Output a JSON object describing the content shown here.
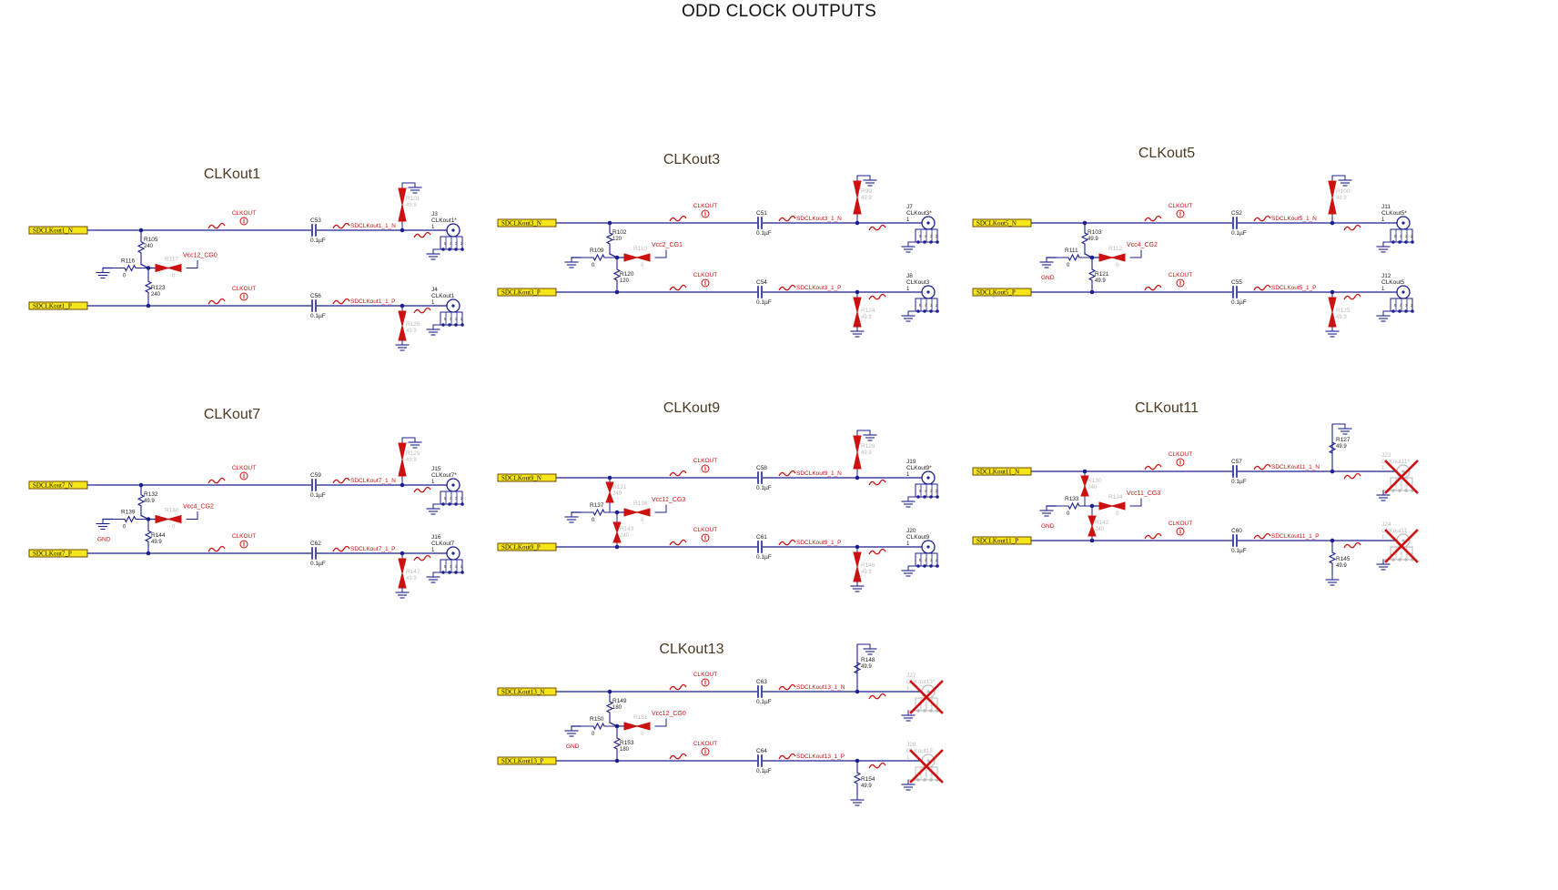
{
  "page": {
    "title": "ODD CLOCK OUTPUTS"
  },
  "colors": {
    "wire": "#1c1f8f",
    "red": "#cc1111",
    "port_fill": "#f7e51b",
    "port_stroke": "#6b4b00",
    "dim": "#bbbbbb",
    "label": "#222222",
    "title": "#4a3a22"
  },
  "common": {
    "probe_label": "CLKOUT",
    "cap_value": "0.1µF",
    "pin1": "1",
    "gnd_label": "GND",
    "conn_pins": [
      "5",
      "4",
      "3",
      "2"
    ]
  },
  "blocks": [
    {
      "title": "CLKout1",
      "n_port": "SDCLKout1_N",
      "p_port": "SDCLKout1_P",
      "n_net": "SDCLKout1_1_N",
      "p_net": "SDCLKout1_1_P",
      "cap_n": "C53",
      "cap_p": "C56",
      "r_top": {
        "ref": "R105",
        "val": "240"
      },
      "r_bot": {
        "ref": "R123",
        "val": "240"
      },
      "r_left": {
        "ref": "R116",
        "val": "0"
      },
      "r_right": {
        "ref": "R117",
        "val": "0"
      },
      "vcc": "Vcc12_CG0",
      "gnd_text": "",
      "mid_dnp": false,
      "r_term_n": {
        "ref": "R101",
        "val": "49.9"
      },
      "r_term_p": {
        "ref": "R126",
        "val": "49.9"
      },
      "term_dnp": true,
      "conn_n": {
        "ref": "J3",
        "name": "CLKout1*"
      },
      "conn_p": {
        "ref": "J4",
        "name": "CLKout1"
      },
      "conn_dnp": false
    },
    {
      "title": "CLKout3",
      "n_port": "SDCLKout3_N",
      "p_port": "SDCLKout3_P",
      "n_net": "SDCLKout3_1_N",
      "p_net": "SDCLKout3_1_P",
      "cap_n": "C51",
      "cap_p": "C54",
      "r_top": {
        "ref": "R102",
        "val": "120"
      },
      "r_bot": {
        "ref": "R120",
        "val": "120"
      },
      "r_left": {
        "ref": "R109",
        "val": "0"
      },
      "r_right": {
        "ref": "R110",
        "val": "0"
      },
      "vcc": "Vcc2_CG1",
      "gnd_text": "",
      "mid_dnp": false,
      "r_term_n": {
        "ref": "R99",
        "val": "49.9"
      },
      "r_term_p": {
        "ref": "R124",
        "val": "49.9"
      },
      "term_dnp": true,
      "conn_n": {
        "ref": "J7",
        "name": "CLKout3*"
      },
      "conn_p": {
        "ref": "J8",
        "name": "CLKout3"
      },
      "conn_dnp": false
    },
    {
      "title": "CLKout5",
      "n_port": "SDCLKout5_N",
      "p_port": "SDCLKout5_P",
      "n_net": "SDCLKout5_1_N",
      "p_net": "SDCLKout5_1_P",
      "cap_n": "C52",
      "cap_p": "C55",
      "r_top": {
        "ref": "R103",
        "val": "49.9"
      },
      "r_bot": {
        "ref": "R121",
        "val": "49.9"
      },
      "r_left": {
        "ref": "R111",
        "val": "0"
      },
      "r_right": {
        "ref": "R112",
        "val": "0"
      },
      "vcc": "Vcc4_CG2",
      "gnd_text": "GND",
      "mid_dnp": false,
      "r_term_n": {
        "ref": "R100",
        "val": "49.9"
      },
      "r_term_p": {
        "ref": "R125",
        "val": "49.9"
      },
      "term_dnp": true,
      "conn_n": {
        "ref": "J11",
        "name": "CLKout5*"
      },
      "conn_p": {
        "ref": "J12",
        "name": "CLKout5"
      },
      "conn_dnp": false
    },
    {
      "title": "CLKout7",
      "n_port": "SDCLKout7_N",
      "p_port": "SDCLKout7_P",
      "n_net": "SDCLKout7_1_N",
      "p_net": "SDCLKout7_1_P",
      "cap_n": "C59",
      "cap_p": "C62",
      "r_top": {
        "ref": "R132",
        "val": "49.9"
      },
      "r_bot": {
        "ref": "R144",
        "val": "49.9"
      },
      "r_left": {
        "ref": "R139",
        "val": "0"
      },
      "r_right": {
        "ref": "R140",
        "val": "0"
      },
      "vcc": "Vcc4_CG2",
      "gnd_text": "GND",
      "mid_dnp": false,
      "r_term_n": {
        "ref": "R129",
        "val": "49.9"
      },
      "r_term_p": {
        "ref": "R147",
        "val": "49.9"
      },
      "term_dnp": true,
      "conn_n": {
        "ref": "J15",
        "name": "CLKout7*"
      },
      "conn_p": {
        "ref": "J16",
        "name": "CLKout7"
      },
      "conn_dnp": false
    },
    {
      "title": "CLKout9",
      "n_port": "SDCLKout9_N",
      "p_port": "SDCLKout9_P",
      "n_net": "SDCLKout9_1_N",
      "p_net": "SDCLKout9_1_P",
      "cap_n": "C58",
      "cap_p": "C61",
      "r_top": {
        "ref": "R131",
        "val": "240"
      },
      "r_bot": {
        "ref": "R143",
        "val": "240"
      },
      "r_left": {
        "ref": "R137",
        "val": "0"
      },
      "r_right": {
        "ref": "R138",
        "val": "0"
      },
      "vcc": "Vcc11_CG3",
      "gnd_text": "",
      "mid_dnp": true,
      "r_term_n": {
        "ref": "R128",
        "val": "49.9"
      },
      "r_term_p": {
        "ref": "R146",
        "val": "49.9"
      },
      "term_dnp": true,
      "conn_n": {
        "ref": "J19",
        "name": "CLKout9*"
      },
      "conn_p": {
        "ref": "J20",
        "name": "CLKout9"
      },
      "conn_dnp": false
    },
    {
      "title": "CLKout11",
      "n_port": "SDCLKout11_N",
      "p_port": "SDCLKout11_P",
      "n_net": "SDCLKout11_1_N",
      "p_net": "SDCLKout11_1_P",
      "cap_n": "C57",
      "cap_p": "C60",
      "r_top": {
        "ref": "R130",
        "val": "240"
      },
      "r_bot": {
        "ref": "R142",
        "val": "240"
      },
      "r_left": {
        "ref": "R133",
        "val": "0"
      },
      "r_right": {
        "ref": "R134",
        "val": "0"
      },
      "vcc": "Vcc11_CG3",
      "gnd_text": "GND",
      "mid_dnp": true,
      "r_term_n": {
        "ref": "R127",
        "val": "49.9"
      },
      "r_term_p": {
        "ref": "R145",
        "val": "49.9"
      },
      "term_dnp": false,
      "conn_n": {
        "ref": "J23",
        "name": "CLKout11*"
      },
      "conn_p": {
        "ref": "J24",
        "name": "CLKout11"
      },
      "conn_dnp": true
    },
    {
      "title": "CLKout13",
      "n_port": "SDCLKout13_N",
      "p_port": "SDCLKout13_P",
      "n_net": "SDCLKout13_1_N",
      "p_net": "SDCLKout13_1_P",
      "cap_n": "C63",
      "cap_p": "C64",
      "r_top": {
        "ref": "R149",
        "val": "180"
      },
      "r_bot": {
        "ref": "R153",
        "val": "180"
      },
      "r_left": {
        "ref": "R150",
        "val": "0"
      },
      "r_right": {
        "ref": "R151",
        "val": "0"
      },
      "vcc": "Vcc12_CG0",
      "gnd_text": "GND",
      "mid_dnp": false,
      "r_term_n": {
        "ref": "R148",
        "val": "49.9"
      },
      "r_term_p": {
        "ref": "R154",
        "val": "49.9"
      },
      "term_dnp": false,
      "conn_n": {
        "ref": "J27",
        "name": "CLKout13*"
      },
      "conn_p": {
        "ref": "J28",
        "name": "CLKout13"
      },
      "conn_dnp": true
    }
  ]
}
